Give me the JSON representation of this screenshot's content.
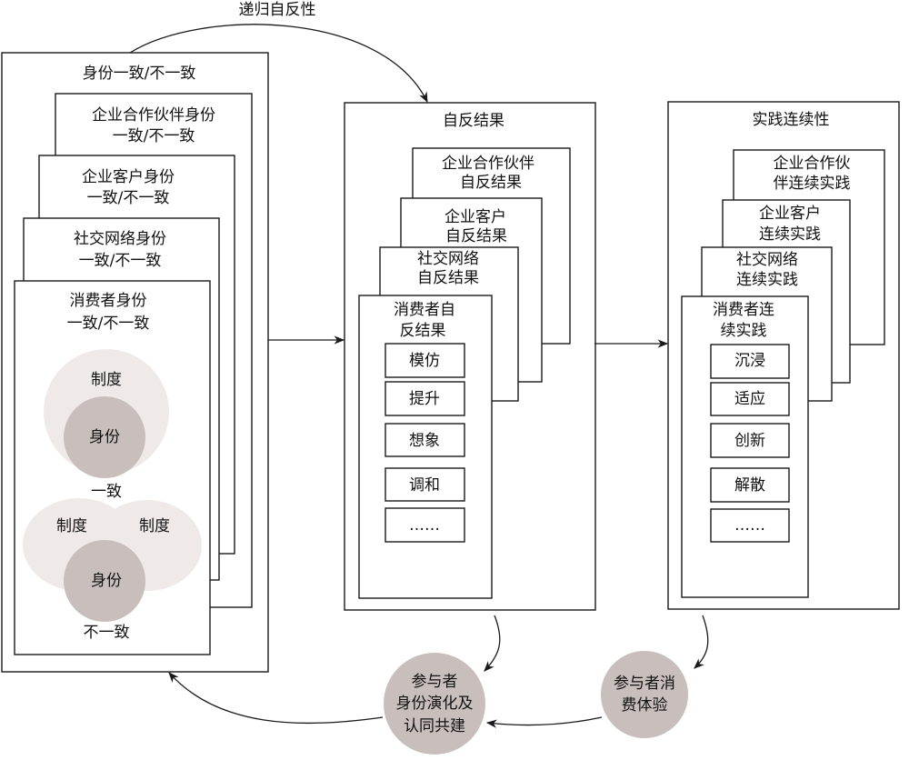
{
  "colors": {
    "line": "#1a1a1a",
    "circle_light": "#efeae8",
    "circle_dark": "#c8bfbc",
    "node_fill": "#c8bfbc"
  },
  "top_arrow_label": "递归自反性",
  "panel1": {
    "title": "身份一致/不一致",
    "cards": [
      {
        "line1": "企业合作伙伴身份",
        "line2": "一致/不一致"
      },
      {
        "line1": "企业客户身份",
        "line2": "一致/不一致"
      },
      {
        "line1": "社交网络身份",
        "line2": "一致/不一致"
      },
      {
        "line1": "消费者身份",
        "line2": "一致/不一致"
      }
    ],
    "venn_consistent": {
      "outer": "制度",
      "inner": "身份",
      "caption": "一致"
    },
    "venn_inconsistent": {
      "left": "制度",
      "right": "制度",
      "inner": "身份",
      "caption": "不一致"
    }
  },
  "panel2": {
    "title": "自反结果",
    "cards": [
      {
        "line1": "企业合作伙伴",
        "line2": "自反结果"
      },
      {
        "line1": "企业客户",
        "line2": "自反结果"
      },
      {
        "line1": "社交网络",
        "line2": "自反结果"
      },
      {
        "line1": "消费者自",
        "line2": "反结果"
      }
    ],
    "items": [
      "模仿",
      "提升",
      "想象",
      "调和",
      "……"
    ]
  },
  "panel3": {
    "title": "实践连续性",
    "cards": [
      {
        "line1": "企业合作伙",
        "line2": "伴连续实践"
      },
      {
        "line1": "企业客户",
        "line2": "连续实践"
      },
      {
        "line1": "社交网络",
        "line2": "连续实践"
      },
      {
        "line1": "消费者连",
        "line2": "续实践"
      }
    ],
    "items": [
      "沉浸",
      "适应",
      "创新",
      "解散",
      "……"
    ]
  },
  "node_identity": {
    "line1": "参与者",
    "line2": "身份演化及",
    "line3": "认同共建"
  },
  "node_experience": {
    "line1": "参与者消",
    "line2": "费体验"
  }
}
